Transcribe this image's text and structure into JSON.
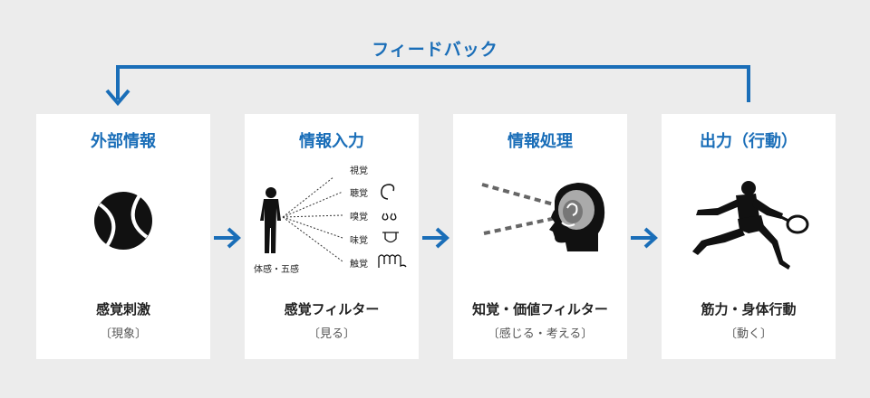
{
  "feedback": "フィードバック",
  "colors": {
    "accent": "#1a6eb8",
    "card": "#ffffff",
    "background": "#ececec"
  },
  "cards": [
    {
      "title": "外部情報",
      "caption": "感覚刺激",
      "sub": "〔現象〕",
      "icon": "tennis-ball-icon"
    },
    {
      "title": "情報入力",
      "caption": "感覚フィルター",
      "sub": "〔見る〕",
      "icon": "person-senses-icon",
      "body_label": "体感・五感",
      "senses": [
        {
          "label": "視覚",
          "icon": "eye-icon"
        },
        {
          "label": "聴覚",
          "icon": "ear-icon"
        },
        {
          "label": "嗅覚",
          "icon": "nose-icon"
        },
        {
          "label": "味覚",
          "icon": "tongue-icon"
        },
        {
          "label": "触覚",
          "icon": "hand-icon"
        }
      ]
    },
    {
      "title": "情報処理",
      "caption": "知覚・価値フィルター",
      "sub": "〔感じる・考える〕",
      "icon": "head-brain-icon"
    },
    {
      "title": "出力（行動）",
      "caption": "筋力・身体行動",
      "sub": "〔動く〕",
      "icon": "tennis-player-icon"
    }
  ]
}
